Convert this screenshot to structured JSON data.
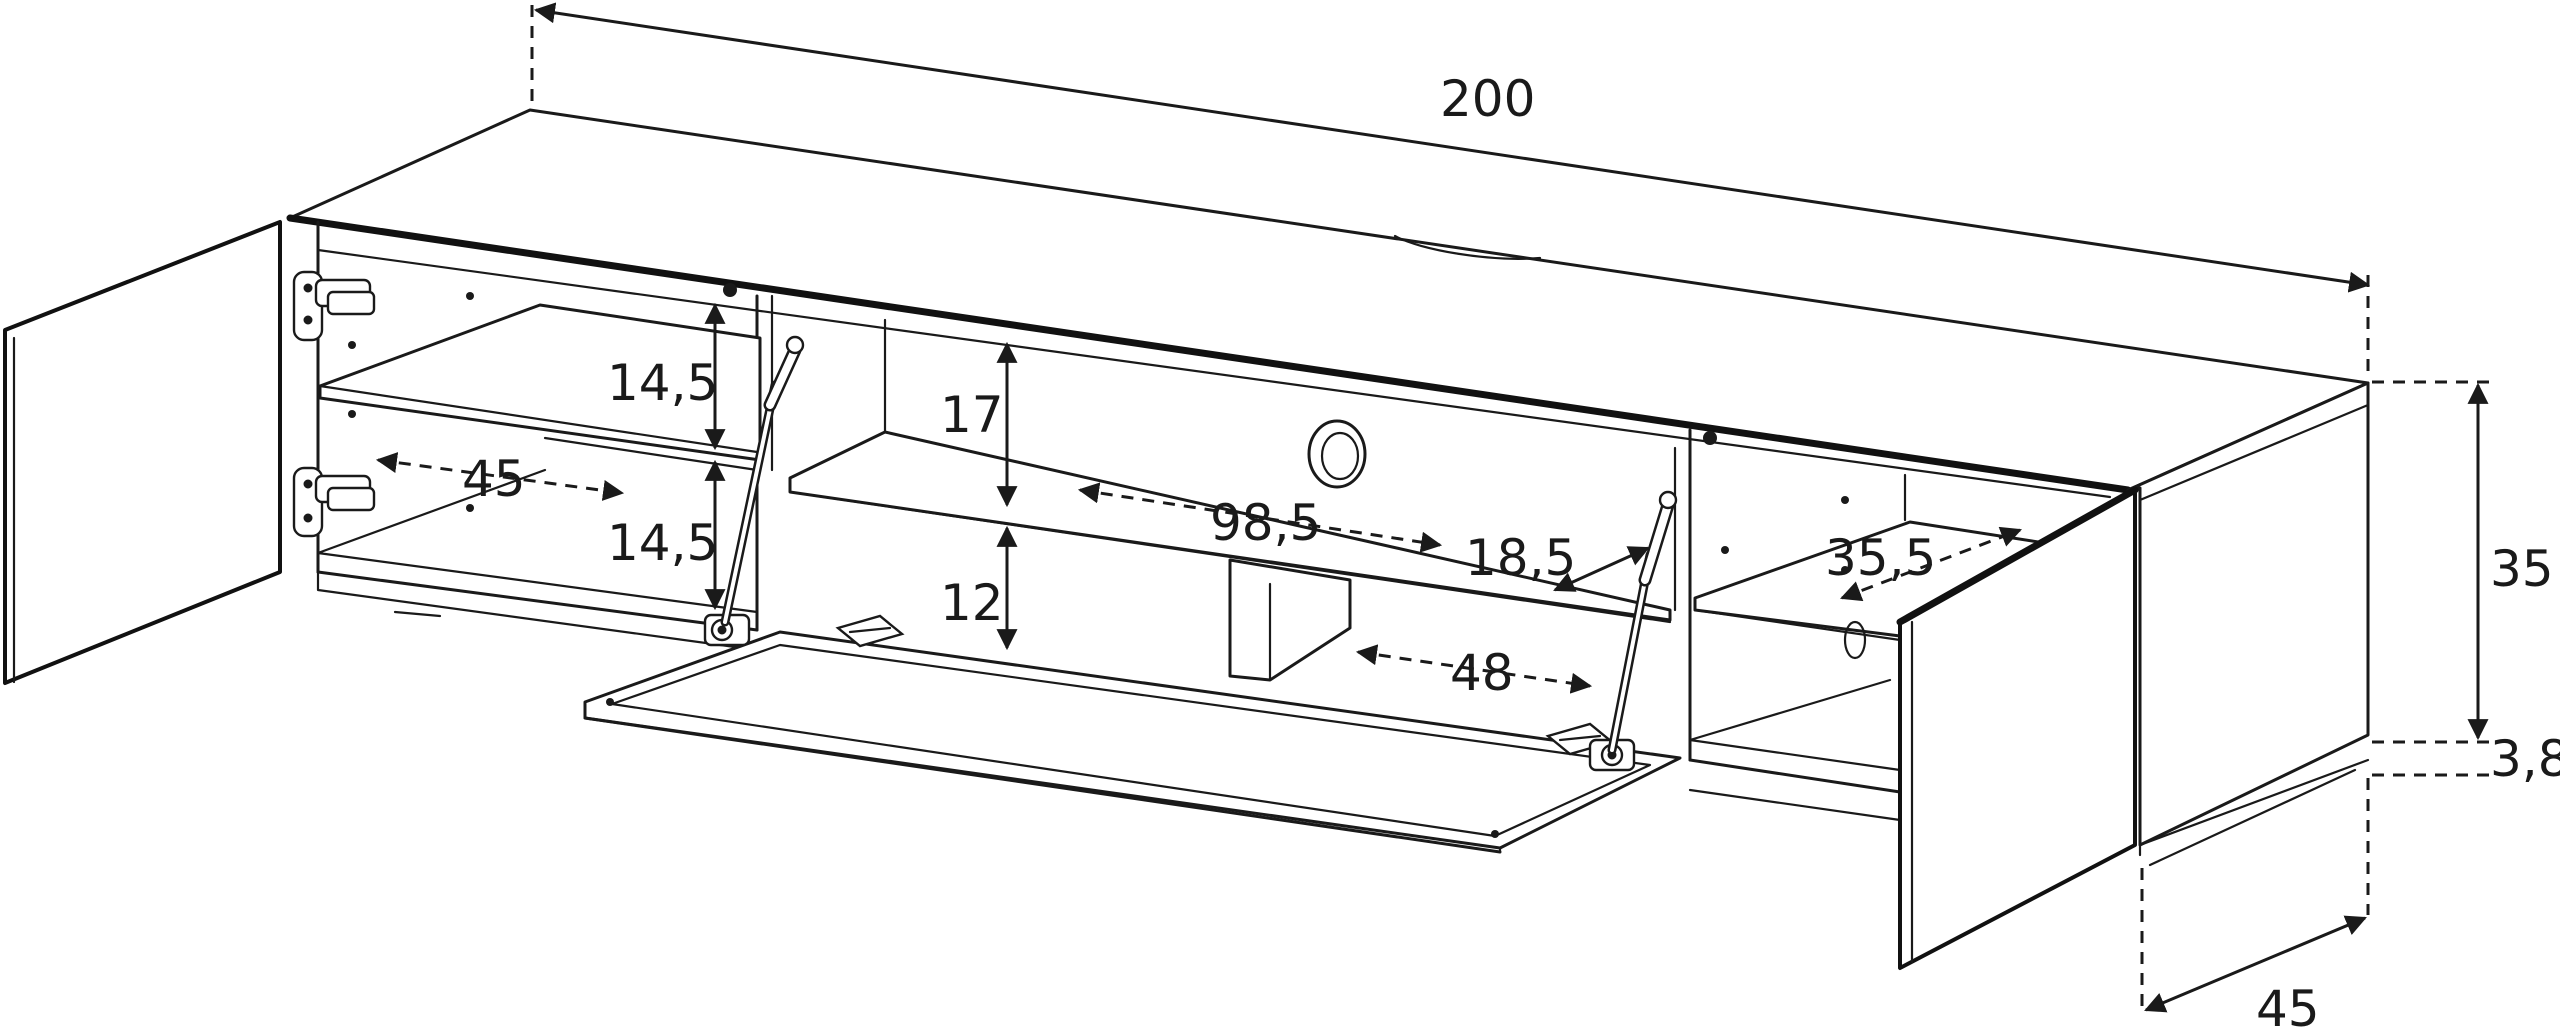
{
  "drawing": {
    "subject": "TV cabinet with two hinged side doors and a drop-down centre flap",
    "line_color": "#1a1a1a",
    "background": "#ffffff"
  },
  "dimensions": {
    "width_total": "200",
    "height": "35",
    "plinth": "3,8",
    "depth": "45",
    "left_shelf_upper": "14,5",
    "left_shelf_lower": "14,5",
    "left_inner_depth": "45",
    "centre_upper": "17",
    "centre_lower": "12",
    "centre_width": "98,5",
    "centre_shelf_depth": "18,5",
    "centre_lower_width": "48",
    "right_inner_depth": "35,5"
  }
}
